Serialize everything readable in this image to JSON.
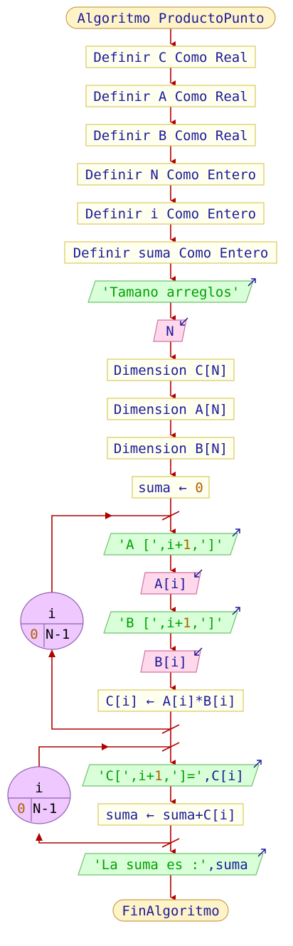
{
  "diagram": {
    "start": "Algoritmo ProductoPunto",
    "end": "FinAlgoritmo",
    "defs": [
      [
        "Definir ",
        "C",
        " Como Real"
      ],
      [
        "Definir ",
        "A",
        " Como Real"
      ],
      [
        "Definir ",
        "B",
        " Como Real"
      ],
      [
        "Definir ",
        "N",
        " Como Entero"
      ],
      [
        "Definir ",
        "i",
        " Como Entero"
      ],
      [
        "Definir ",
        "suma",
        " Como Entero"
      ]
    ],
    "output_1": "'Tamano arreglos'",
    "input_1": "N",
    "dims": [
      [
        "Dimension ",
        "C[N]"
      ],
      [
        "Dimension ",
        "A[N]"
      ],
      [
        "Dimension ",
        "B[N]"
      ]
    ],
    "assign_suma": {
      "target": "suma",
      "arrow": "←",
      "value": "0"
    },
    "loop1": {
      "var": "i",
      "from": "0",
      "to": "N-1",
      "out_a": {
        "prefix": "'A [',i+",
        "num": "1",
        "suffix": ",']'"
      },
      "in_a": "A[i]",
      "out_b": {
        "prefix": "'B [',i+",
        "num": "1",
        "suffix": ",']'"
      },
      "in_b": "B[i]",
      "assign": {
        "target": "C[i]",
        "arrow": "←",
        "value": "A[i]*B[i]"
      }
    },
    "loop2": {
      "var": "i",
      "from": "0",
      "to": "N-1",
      "out": {
        "p1": "'C['",
        "p2": ",i+",
        "num": "1",
        "p3": ",']='",
        "p4": ",C[i]"
      },
      "assign": {
        "target": "suma",
        "arrow": "←",
        "value": "suma+C[i]"
      }
    },
    "output_final": {
      "str": "'La suma es :'",
      "rest": ",suma"
    }
  },
  "colors": {
    "flow": "#b00000",
    "process_fill": "#fffff0",
    "process_stroke": "#d8c85a",
    "terminal_fill": "#fff3c8",
    "terminal_stroke": "#c8a050",
    "output_fill": "#d8ffd8",
    "output_stroke": "#70c070",
    "input_fill": "#ffd8ec",
    "input_stroke": "#d070a0",
    "loop_fill": "#efc8ff",
    "loop_stroke": "#9060b0",
    "keyword": "#1a1a9a",
    "string": "#00a000",
    "number": "#b06000",
    "arrow_icon": "#1a1a9a"
  }
}
